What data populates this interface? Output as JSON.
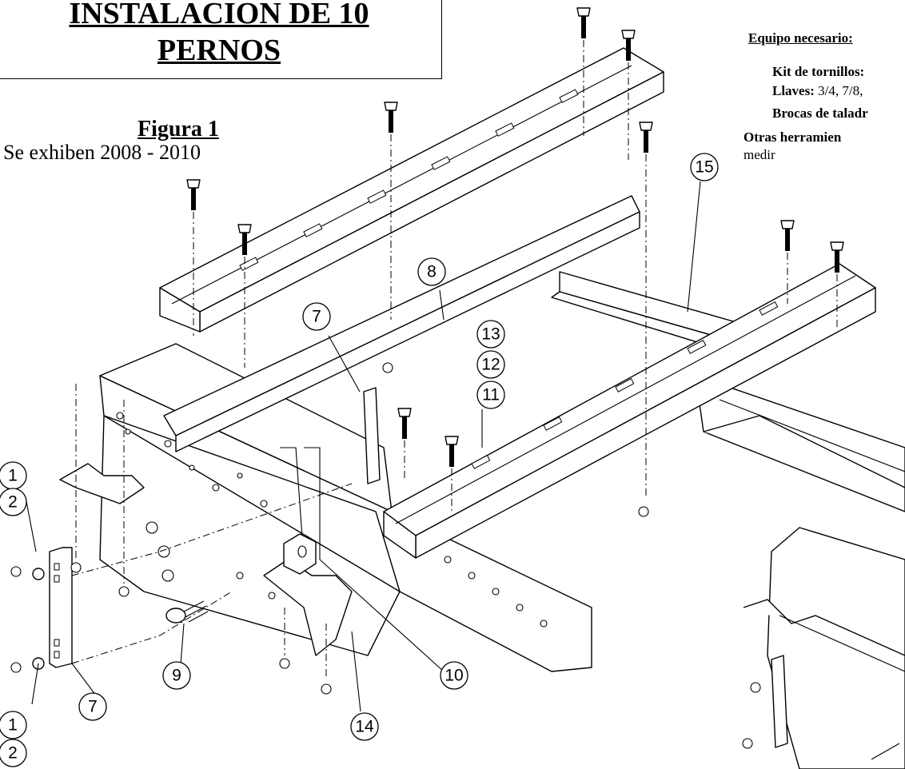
{
  "title": {
    "line1": "INSTALACION DE 10",
    "line2": "PERNOS"
  },
  "figure": {
    "label": "Figura 1",
    "subtitle": "Se exhiben 2008 - 2010"
  },
  "equipment": {
    "heading": "Equipo necesario:",
    "items": [
      {
        "label": "Kit de tornillos:",
        "value": ""
      },
      {
        "label": "Llaves:",
        "value": "3/4, 7/8,"
      },
      {
        "label": "Brocas de taladr",
        "value": ""
      },
      {
        "label": "Otras herramien",
        "value": ""
      }
    ],
    "continuation": "medir"
  },
  "callouts": {
    "c1a": "1",
    "c2a": "2",
    "c7a": "7",
    "c8": "8",
    "c13": "13",
    "c12": "12",
    "c11": "11",
    "c15": "15",
    "c9": "9",
    "c10": "10",
    "c14": "14",
    "c7b": "7",
    "c1b": "1",
    "c2b": "2"
  }
}
